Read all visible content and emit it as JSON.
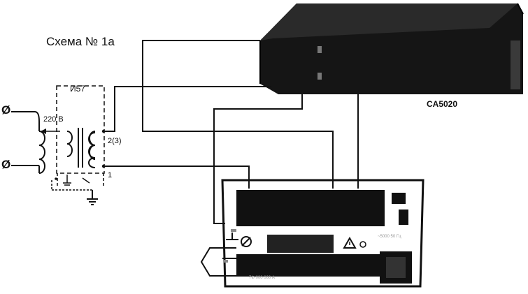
{
  "diagram": {
    "title": "Схема № 1а",
    "device_label": "CA5020",
    "transformer_label": "И57",
    "tap_220": "220 В",
    "tap_2_3": "2(3)",
    "tap_1": "1",
    "phi_top": "Ø",
    "phi_bottom": "Ø",
    "bottom_panel_text": "7Ф 000 000 А",
    "bottom_panel_right_text": "~5000  50 Гц"
  }
}
